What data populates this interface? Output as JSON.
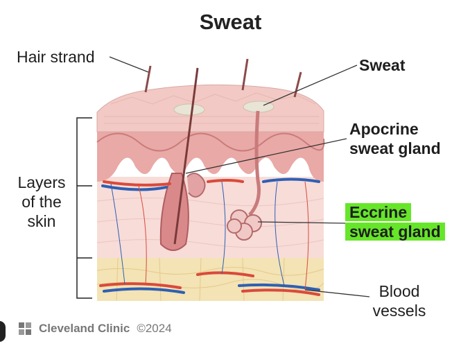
{
  "title": "Sweat",
  "labels": {
    "hair_strand": "Hair strand",
    "sweat": "Sweat",
    "apocrine_line1": "Apocrine",
    "apocrine_line2": "sweat gland",
    "layers_line1": "Layers",
    "layers_line2": "of the",
    "layers_line3": "skin",
    "eccrine_line1": "Eccrine",
    "eccrine_line2": "sweat gland",
    "blood_line1": "Blood",
    "blood_line2": "vessels"
  },
  "footer": {
    "brand": "Cleveland Clinic",
    "copyright": "©2024"
  },
  "colors": {
    "highlight": "#66e629",
    "epidermis": "#f2c9c4",
    "dermis": "#f7dcd8",
    "fat": "#f3e3b5",
    "artery": "#d94a3b",
    "vein": "#2f5fb3"
  }
}
